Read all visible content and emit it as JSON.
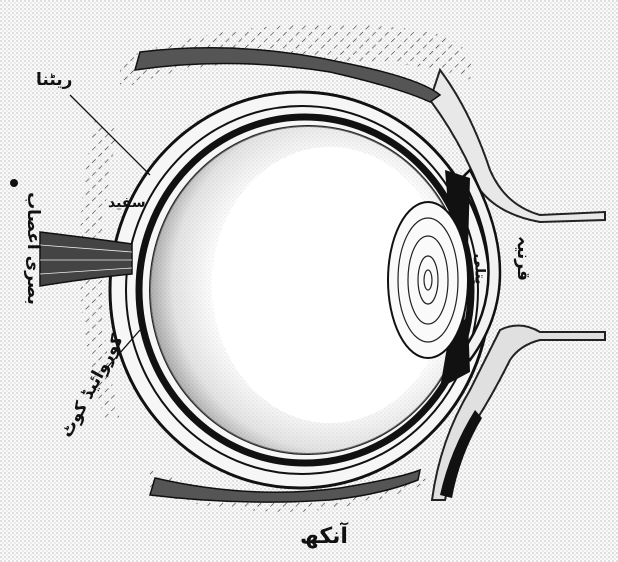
{
  "caption": "آنکھ",
  "labels": {
    "retina": "ریٹنا",
    "sclera": "سفید",
    "optic_nerve": "بصری اعصاب",
    "choroid_coat": "کوروائیڈ کوٹ",
    "cornea": "قرنیہ",
    "lens": "پتلی",
    "dot": "•"
  }
}
